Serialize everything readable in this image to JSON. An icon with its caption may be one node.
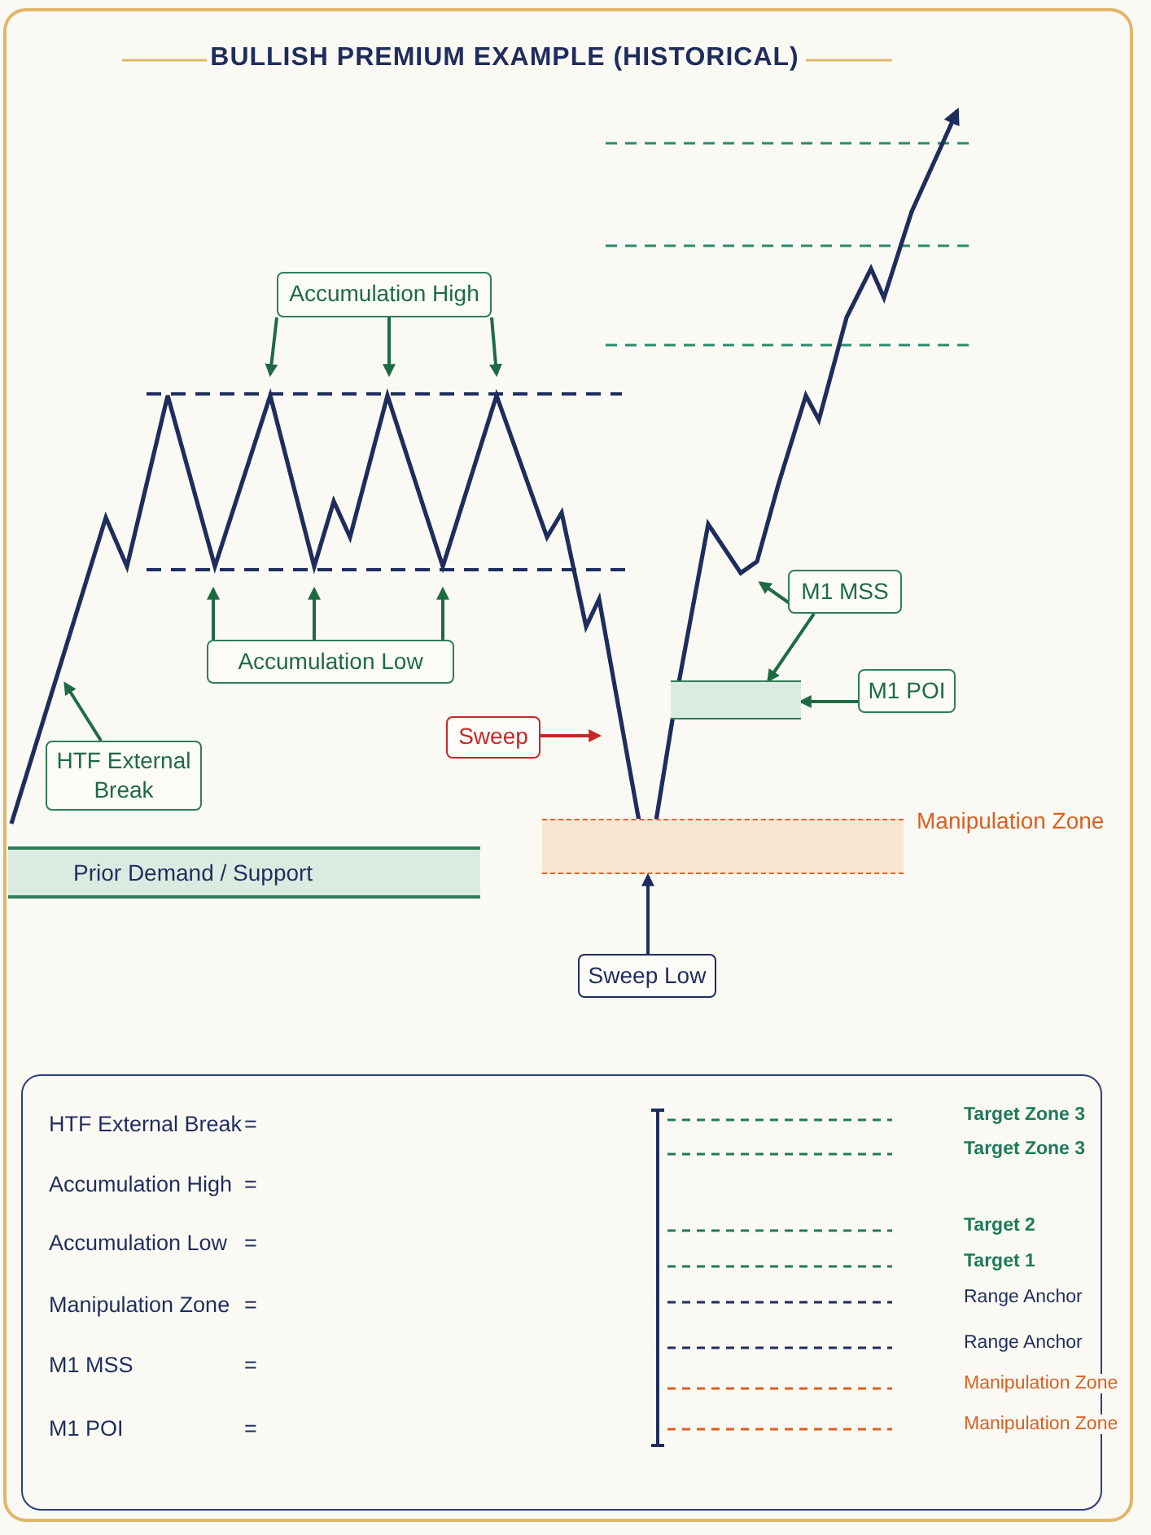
{
  "diagram": {
    "title": "BULLISH PREMIUM EXAMPLE (HISTORICAL)",
    "nodes": [
      {
        "text": [
          "Accumulation High"
        ]
      },
      {
        "text": [
          "Accumulation Low"
        ]
      },
      {
        "text": [
          "HTF External Break"
        ]
      },
      {
        "text": [
          "Prior Demand / Support"
        ]
      },
      {
        "text": [
          "Sweep"
        ]
      },
      {
        "text": [
          "Manipulation Zone"
        ]
      },
      {
        "text": [
          "Sweep Low"
        ]
      },
      {
        "text": [
          "M1 MSS"
        ]
      },
      {
        "text": [],
        "shape": "bar"
      },
      {
        "text": [
          "M1 POI"
        ]
      }
    ],
    "edges": [
      {
        "from": 0,
        "to": null,
        "arrow": "to"
      },
      {
        "from": 0,
        "to": null,
        "arrow": "to"
      },
      {
        "from": 0,
        "to": null,
        "arrow": "to"
      },
      {
        "from": 1,
        "to": null,
        "arrow": "to"
      },
      {
        "from": 1,
        "to": null,
        "arrow": "to"
      },
      {
        "from": 1,
        "to": null,
        "arrow": "to"
      },
      {
        "from": 2,
        "to": null,
        "arrow": "to"
      },
      {
        "from": 4,
        "to": null,
        "arrow": "to",
        "color": "#c62828"
      },
      {
        "from": 6,
        "to": 5,
        "arrow": "to",
        "color": "#1f2d5c"
      },
      {
        "from": 7,
        "to": null,
        "arrow": "to"
      },
      {
        "from": 7,
        "to": 8,
        "arrow": "to"
      },
      {
        "from": 9,
        "to": 8,
        "arrow": "to"
      }
    ],
    "labels": [
      "HTF External Break",
      "=",
      "Accumulation High",
      "=",
      "Accumulation Low",
      "=",
      "Manipulation Zone",
      "=",
      "M1 MSS",
      "=",
      "M1 POI",
      "="
    ],
    "legend": [
      {
        "text": "Target Zone 3"
      },
      {
        "text": "Target Zone 3"
      },
      {
        "text": "Target 2"
      },
      {
        "text": "Target 1"
      },
      {
        "text": "Range Anchor"
      },
      {
        "text": "Range Anchor"
      },
      {
        "text": "Manipulation Zone"
      },
      {
        "text": "Manipulation Zone"
      }
    ]
  }
}
